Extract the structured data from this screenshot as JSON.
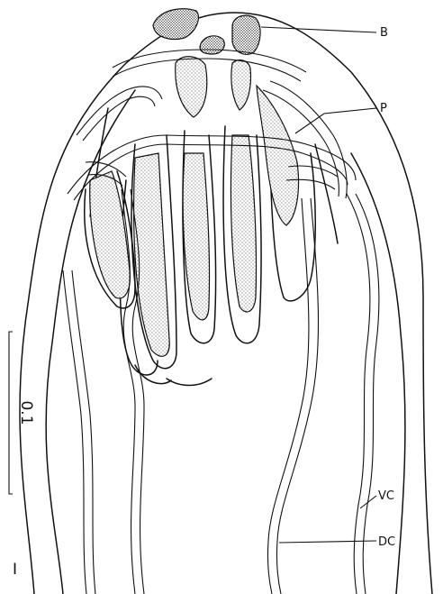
{
  "labels": {
    "b": "B",
    "p": "P",
    "vc": "VC",
    "dc": "DC",
    "figure_number": "I"
  },
  "scale_bar": {
    "label": "0.1"
  }
}
